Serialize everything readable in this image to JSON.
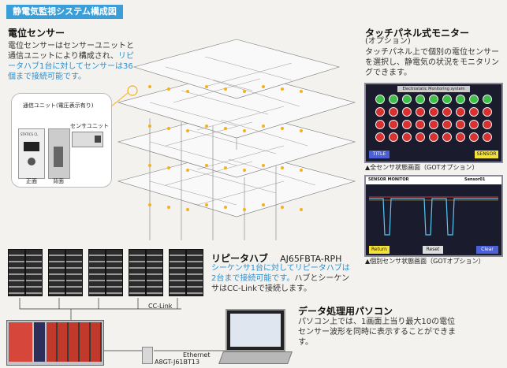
{
  "header": {
    "title": "静電気監視システム構成図"
  },
  "sensor": {
    "title": "電位センサー",
    "desc_a": "電位センサーはセンサーユニットと通信ユニットにより構成され、",
    "desc_b": "リピータハブ1台に対してセンサーは36個まで接続可能です。",
    "comm_unit_label": "通信ユニット(電圧表示有り)",
    "sensor_unit_label": "センサユニット",
    "front_label": "正面",
    "back_label": "背面",
    "device_brand": "STATICS CL"
  },
  "touch_panel": {
    "title": "タッチパネル式モニター",
    "subtitle": "(オプション)",
    "desc": "タッチパネル上で個別の電位センサーを選択し、静電気の状況をモニタリングできます。",
    "screen1_title": "Electrostatic Monitoring system",
    "screen1_btn_left": "TITLE",
    "screen1_btn_right": "SENSOR",
    "caption1": "▲全センサ状態画面（GOTオプション）",
    "screen2_title_left": "SENSOR MONITOR",
    "screen2_title_right": "Sensor01",
    "screen2_btn_left": "Return",
    "screen2_btn_mid": "Reset",
    "screen2_btn_right": "Clear",
    "caption2": "▲個別センサ状態画面（GOTオプション）"
  },
  "repeater": {
    "title": "リピータハブ",
    "model": "AJ65FBTA-RPH",
    "desc_a": "シーケンサ1台に対してリピータハブは2台まで接続可能です。",
    "desc_b": "ハブとシーケンサはCC-Linkで接続します。"
  },
  "network": {
    "cclink_label": "CC-Link",
    "ethernet_label": "Ethernet",
    "module_label": "A8GT-J61BT13"
  },
  "pc": {
    "title": "データ処理用パソコン",
    "desc": "パソコン上では、1画面上当り最大10の電位センサー波形を同時に表示することができます。"
  },
  "colors": {
    "header_bg": "#3a9fd8",
    "highlight": "#2a8fd0",
    "sensor_dot": "#f2b21d",
    "lamp_green": "#3fbf4a",
    "lamp_red": "#d93030",
    "screen_bg": "#1b1b2e",
    "btn_yellow": "#f4e23a",
    "btn_blue": "#4a5fd8",
    "plc_red": "#d6463a"
  }
}
